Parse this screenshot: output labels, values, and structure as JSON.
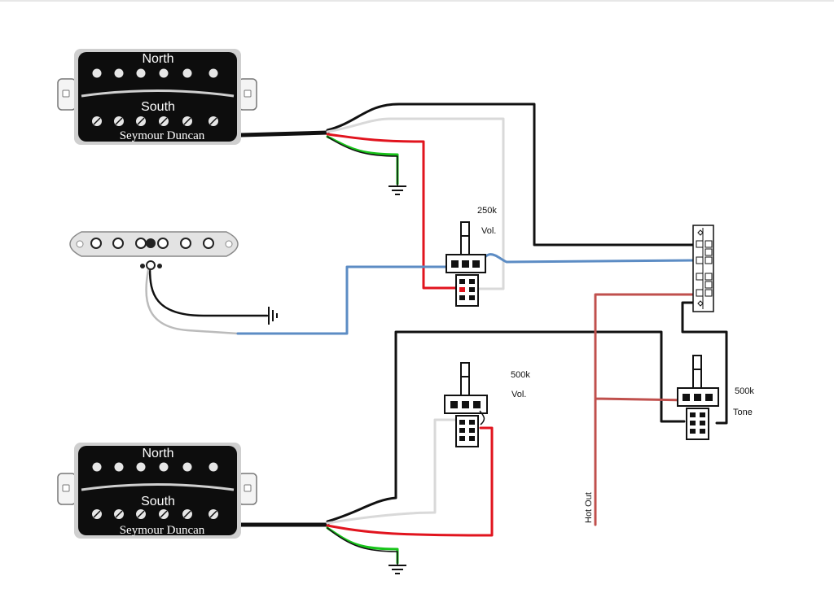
{
  "pickups": {
    "neck": {
      "top_label": "North",
      "bottom_label": "South",
      "brand": "Seymour Duncan"
    },
    "bridge": {
      "top_label": "North",
      "bottom_label": "South",
      "brand": "Seymour Duncan"
    },
    "single_coil": {}
  },
  "pots": {
    "neck_volume": {
      "value": "250k",
      "label": "Vol."
    },
    "bridge_volume": {
      "value": "500k",
      "label": "Vol."
    },
    "tone": {
      "value": "500k",
      "label": "Tone"
    }
  },
  "output": {
    "label": "Hot Out"
  },
  "wire_colors": {
    "black": "#111111",
    "white": "#d9d9d9",
    "red": "#e1141e",
    "green": "#18c41a",
    "blue": "#5c8cc4",
    "hot": "#c0504d"
  }
}
